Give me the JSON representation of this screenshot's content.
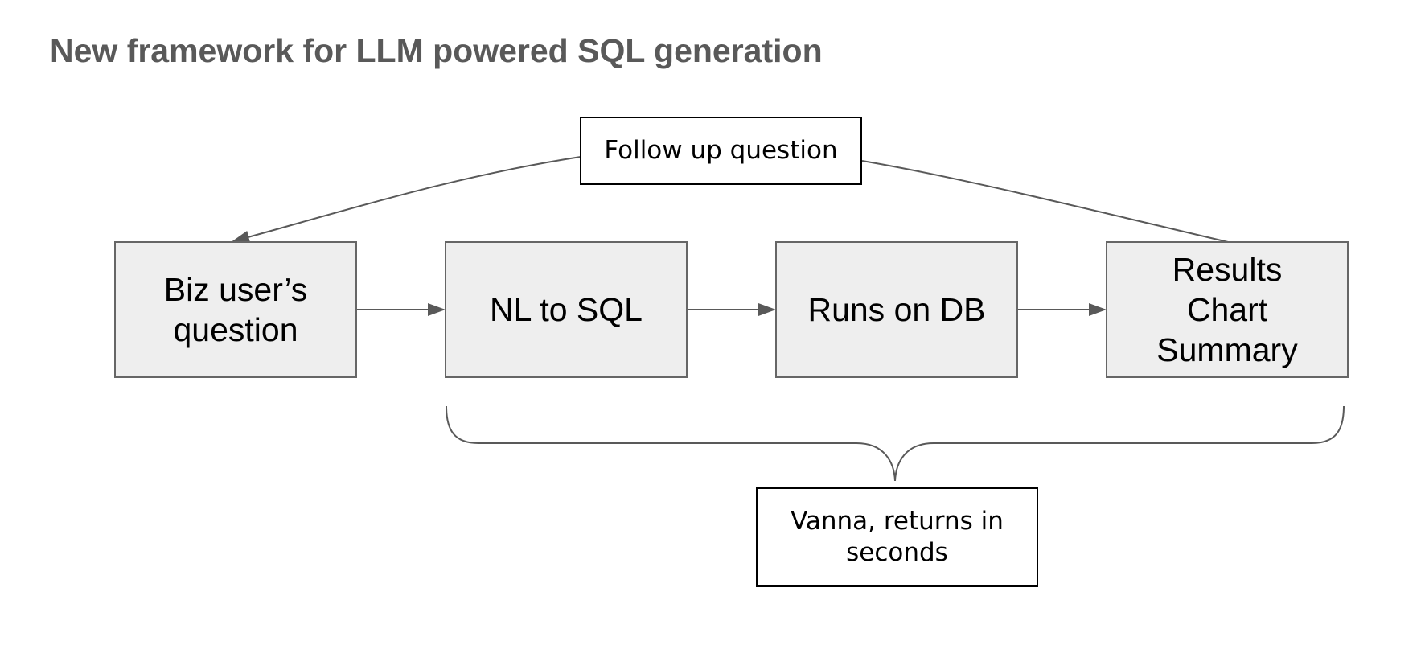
{
  "title": "New framework for LLM powered SQL generation",
  "nodes": {
    "follow_up": [
      "Follow up question"
    ],
    "biz_question": [
      "Biz user’s",
      "question"
    ],
    "nl_to_sql": [
      "NL to SQL"
    ],
    "runs_on_db": [
      "Runs on DB"
    ],
    "results": [
      "Results",
      "Chart",
      "Summary"
    ],
    "vanna": [
      "Vanna, returns in",
      "seconds"
    ]
  },
  "colors": {
    "title": "#595959",
    "step_fill": "#eeeeee",
    "step_border": "#666666",
    "connector": "#595959",
    "note_border": "#000000"
  }
}
